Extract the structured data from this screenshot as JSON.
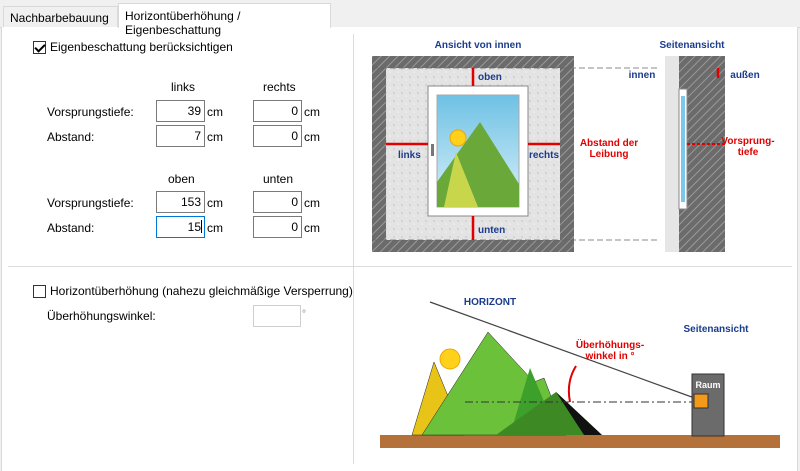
{
  "tabs": [
    {
      "label": "Nachbarbebauung",
      "active": false
    },
    {
      "label": "Horizontüberhöhung / Eigenbeschattung",
      "active": true
    }
  ],
  "eigen": {
    "checkbox_label": "Eigenbeschattung berücksichtigen",
    "checked": true,
    "col_links": "links",
    "col_rechts": "rechts",
    "col_oben": "oben",
    "col_unten": "unten",
    "row_vorsprung": "Vorsprungstiefe:",
    "row_abstand": "Abstand:",
    "unit": "cm",
    "lr": {
      "vorsprung_links": "39",
      "vorsprung_rechts": "0",
      "abstand_links": "7",
      "abstand_rechts": "0"
    },
    "ou": {
      "vorsprung_oben": "153",
      "vorsprung_unten": "0",
      "abstand_oben": "15",
      "abstand_unten": "0"
    }
  },
  "horizont": {
    "checkbox_label": "Horizontüberhöhung (nahezu gleichmäßige Versperrung)",
    "checked": false,
    "winkel_label": "Überhöhungswinkel:",
    "winkel_value": "",
    "winkel_unit": "°"
  },
  "diagram1": {
    "title_inner": "Ansicht von innen",
    "title_side": "Seitenansicht",
    "oben": "oben",
    "unten": "unten",
    "links": "links",
    "rechts": "rechts",
    "innen": "innen",
    "aussen": "außen",
    "abstand_line1": "Abstand der",
    "abstand_line2": "Leibung",
    "vorsprung_line1": "Vorsprung-",
    "vorsprung_line2": "tiefe"
  },
  "diagram2": {
    "horizont": "HORIZONT",
    "seitenansicht": "Seitenansicht",
    "winkel_line1": "Überhöhungs-",
    "winkel_line2": "winkel in °",
    "raum": "Raum"
  },
  "colors": {
    "accent_red": "#e00000",
    "label_blue": "#1a3c8c",
    "focus_blue": "#0078d7"
  }
}
